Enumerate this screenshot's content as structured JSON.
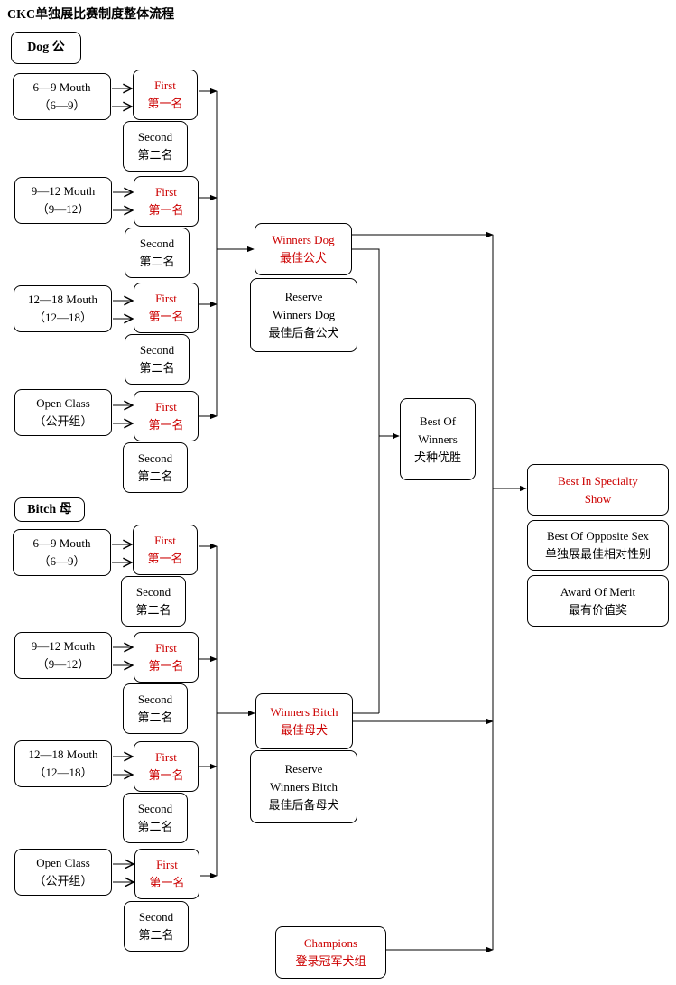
{
  "title": "CKC单独展比赛制度整体流程",
  "dog": {
    "header": "Dog 公",
    "classes": [
      {
        "name": "6—9 Mouth",
        "sub": "（6—9）"
      },
      {
        "name": "9—12 Mouth",
        "sub": "（9—12）"
      },
      {
        "name": "12—18 Mouth",
        "sub": "（12—18）"
      },
      {
        "name": "Open Class",
        "sub": "（公开组）"
      }
    ],
    "winners": {
      "en": "Winners Dog",
      "zh": "最佳公犬"
    },
    "reserve": {
      "en1": "Reserve",
      "en2": "Winners Dog",
      "zh": "最佳后备公犬"
    }
  },
  "bitch": {
    "header": "Bitch 母",
    "classes": [
      {
        "name": "6—9 Mouth",
        "sub": "（6—9）"
      },
      {
        "name": "9—12 Mouth",
        "sub": "（9—12）"
      },
      {
        "name": "12—18 Mouth",
        "sub": "（12—18）"
      },
      {
        "name": "Open Class",
        "sub": "（公开组）"
      }
    ],
    "winners": {
      "en": "Winners Bitch",
      "zh": "最佳母犬"
    },
    "reserve": {
      "en1": "Reserve",
      "en2": "Winners Bitch",
      "zh": "最佳后备母犬"
    }
  },
  "places": {
    "first_en": "First",
    "first_zh": "第一名",
    "second_en": "Second",
    "second_zh": "第二名"
  },
  "best_of_winners": {
    "l1": "Best Of",
    "l2": "Winners",
    "l3": "犬种优胜"
  },
  "champions": {
    "en": "Champions",
    "zh": "登录冠军犬组"
  },
  "finals": {
    "bis": {
      "l1": "Best In Specialty",
      "l2": "Show"
    },
    "bos": {
      "l1": "Best Of Opposite Sex",
      "l2": "单独展最佳相对性别"
    },
    "aom": {
      "l1": "Award Of Merit",
      "l2": "最有价值奖"
    }
  },
  "colors": {
    "highlight": "#cc0000",
    "line": "#000000"
  }
}
